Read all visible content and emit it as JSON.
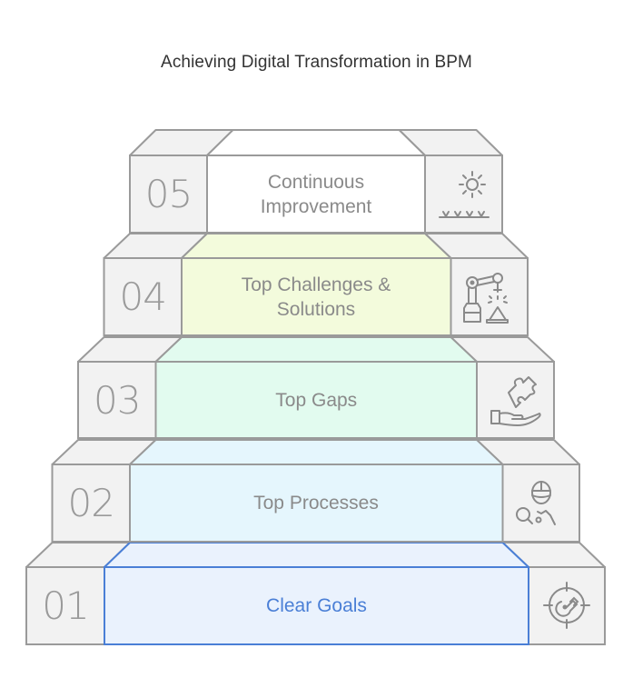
{
  "title": "Achieving Digital Transformation in BPM",
  "colors": {
    "side_fill": "#f2f2f2",
    "stroke": "#9a9a9a",
    "text": "#8a8a8a",
    "active": "#4a7fd6"
  },
  "steps": [
    {
      "number": "01",
      "label": "Clear Goals",
      "icon": "target-key-icon",
      "fill": "#eaf2fd",
      "top_fill": "#eaf2fd",
      "highlighted": true
    },
    {
      "number": "02",
      "label": "Top Processes",
      "icon": "worker-search-icon",
      "fill": "#e5f6fd",
      "top_fill": "#e5f6fd",
      "highlighted": false
    },
    {
      "number": "03",
      "label": "Top Gaps",
      "icon": "hand-puzzle-icon",
      "fill": "#e2fbef",
      "top_fill": "#e2fbef",
      "highlighted": false
    },
    {
      "number": "04",
      "label": "Top Challenges & Solutions",
      "icon": "robot-arm-icon",
      "fill": "#f3fbdc",
      "top_fill": "#f3fbdc",
      "highlighted": false
    },
    {
      "number": "05",
      "label": "Continuous Improvement",
      "icon": "sun-grass-icon",
      "fill": "#ffffff",
      "top_fill": "#ffffff",
      "highlighted": false
    }
  ]
}
